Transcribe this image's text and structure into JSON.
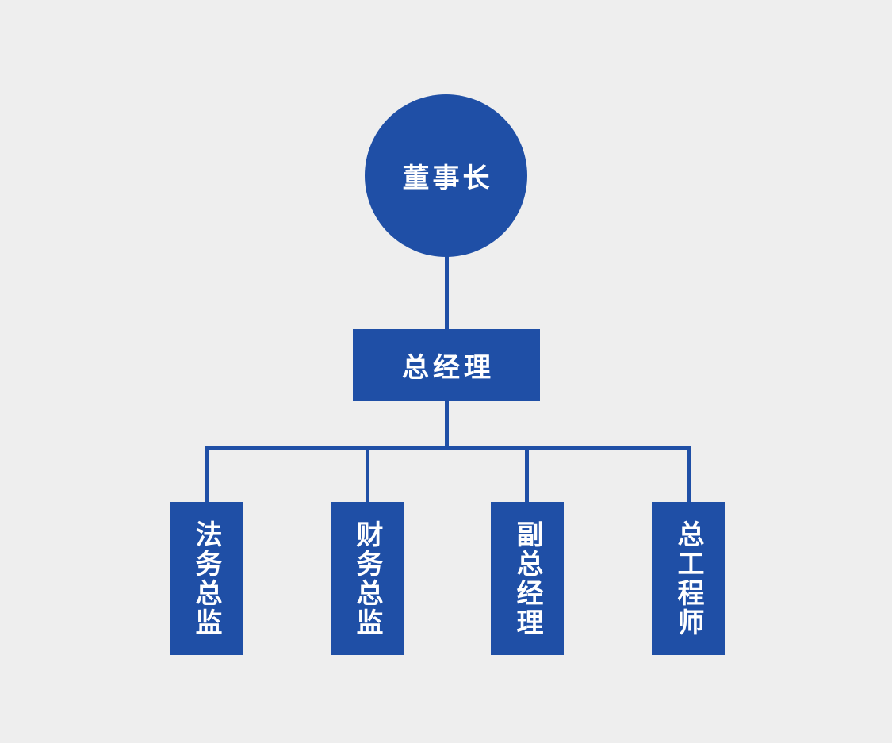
{
  "page": {
    "background_color": "#eeeeee",
    "node_color": "#1f4fa6",
    "line_color": "#1f4fa6",
    "text_color": "#ffffff"
  },
  "org_chart": {
    "chairman": {
      "label": "董事长"
    },
    "general_manager": {
      "label": "总经理"
    },
    "departments": [
      {
        "label": "法务总监"
      },
      {
        "label": "财务总监"
      },
      {
        "label": "副总经理"
      },
      {
        "label": "总工程师"
      }
    ]
  }
}
